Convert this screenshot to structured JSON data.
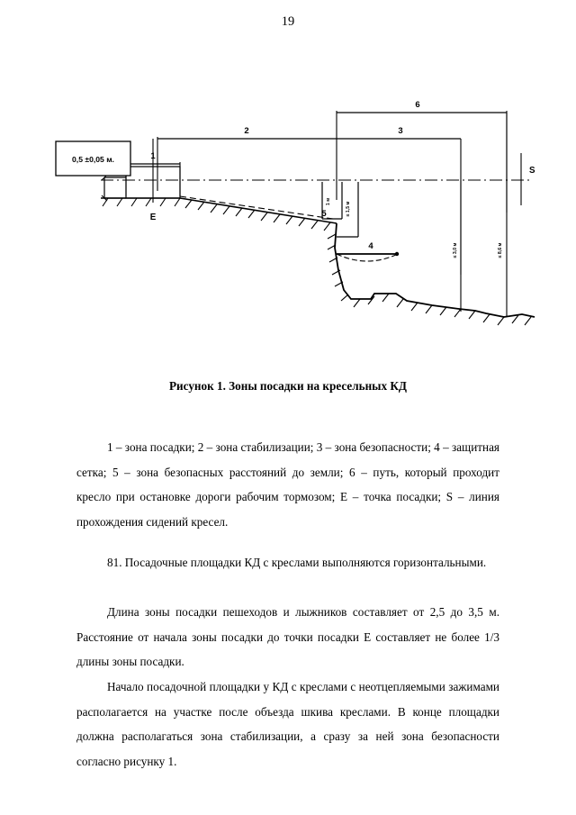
{
  "page": {
    "number": "19"
  },
  "figure": {
    "caption": "Рисунок 1. Зоны посадки на кресельных КД",
    "callouts": {
      "one": "1",
      "two": "2",
      "three": "3",
      "four": "4",
      "five": "5",
      "six": "6"
    },
    "markers": {
      "boarding_point": "E",
      "seat_line": "S"
    },
    "dimensions": {
      "platform_height": "0,5 ±0,05 м.",
      "clearance_small": "1 м",
      "clearance_mid": "≤ 1,5 м",
      "height_three": "≤ 3,0 м",
      "height_eight": "≤ 8,6 м"
    }
  },
  "text": {
    "legend": "1 – зона посадки; 2 – зона стабилизации; 3 – зона безопасности; 4 – защитная сетка; 5 – зона безопасных расстояний до земли; 6 – путь, который проходит кресло при остановке дороги рабочим тормозом; Е – точка посадки; S – линия прохождения сидений кресел.",
    "clause_81": "81. Посадочные площадки КД с креслами выполняются горизонтальными.",
    "clause_length": "Длина зоны посадки пешеходов и лыжников составляет от 2,5 до 3,5 м. Расстояние от начала зоны посадки до точки посадки Е составляет не более 1/3 длины зоны посадки.",
    "clause_start": "Начало посадочной площадки у КД с креслами с неотцепляемыми зажимами располагается на участке после объезда шкива креслами. В конце площадки должна располагаться зона стабилизации, а сразу за ней зона безопасности согласно рисунку 1."
  }
}
